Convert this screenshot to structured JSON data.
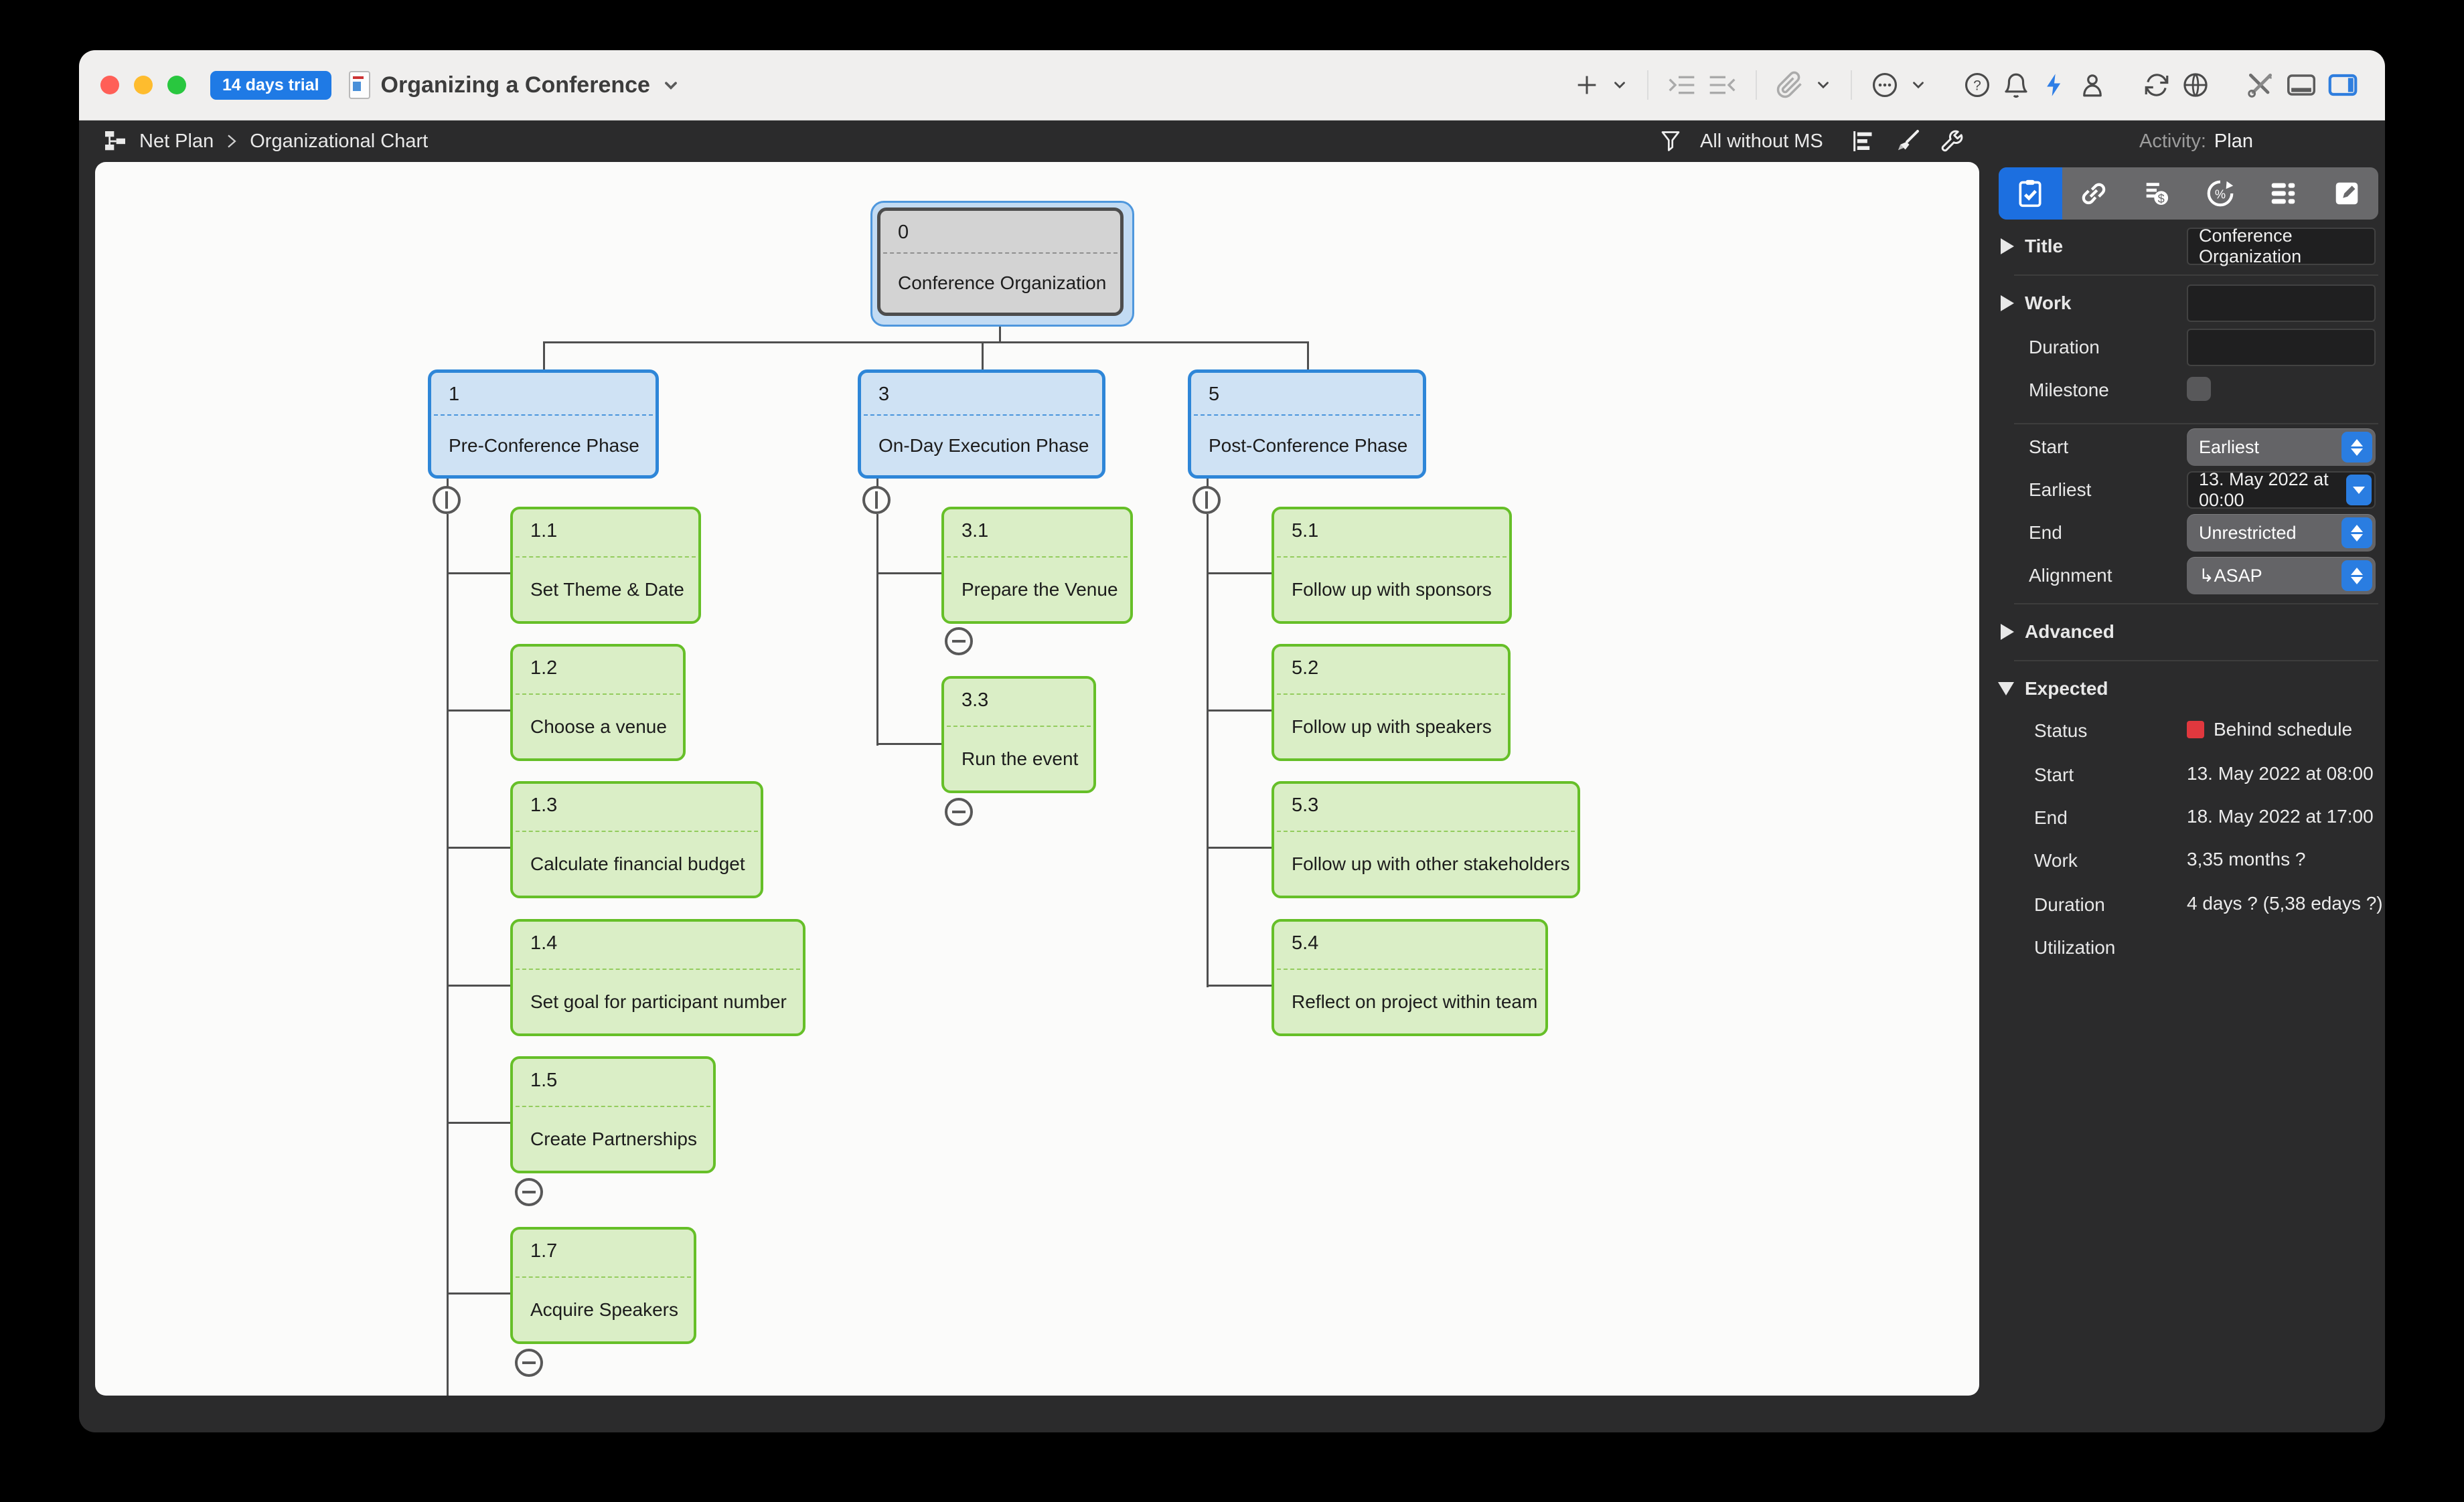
{
  "window": {
    "trial_badge": "14 days trial",
    "title": "Organizing a Conference"
  },
  "breadcrumb": {
    "section": "Net Plan",
    "separator": "›",
    "page": "Organizational Chart"
  },
  "toolbar": {
    "icons": [
      "plus",
      "chevron-down",
      "indent",
      "outdent",
      "paperclip",
      "chevron-down",
      "ellipsis-circle",
      "chevron-down",
      "help-circle",
      "bell",
      "lightning",
      "person",
      "sync",
      "globe",
      "tools",
      "panel-bottom",
      "panel-right"
    ]
  },
  "subbar": {
    "icons": [
      "org-chart",
      "funnel",
      "outline-list",
      "brush",
      "wrench"
    ],
    "filter_label": "All without MS",
    "activity_label": "Activity:",
    "activity_value": "Plan"
  },
  "inspector": {
    "tabs": [
      "clipboard-check",
      "link",
      "cost-list",
      "progress-gauge",
      "rows",
      "pencil"
    ],
    "fields": {
      "title_label": "Title",
      "title_value": "Conference Organization",
      "work_label": "Work",
      "work_value": "",
      "duration_label": "Duration",
      "duration_value": "",
      "milestone_label": "Milestone",
      "milestone_checked": false,
      "start_label": "Start",
      "start_value": "Earliest",
      "earliest_label": "Earliest",
      "earliest_value": "13. May 2022 at 00:00",
      "end_label": "End",
      "end_value": "Unrestricted",
      "alignment_label": "Alignment",
      "alignment_value": "↳ASAP",
      "advanced_label": "Advanced",
      "expected_label": "Expected",
      "status_label": "Status",
      "status_value": "Behind schedule",
      "exp_start_label": "Start",
      "exp_start_value": "13. May 2022 at 08:00",
      "exp_end_label": "End",
      "exp_end_value": "18. May 2022 at 17:00",
      "exp_work_label": "Work",
      "exp_work_value": "3,35 months ?",
      "exp_duration_label": "Duration",
      "exp_duration_value": "4 days ? (5,38 edays ?)",
      "utilization_label": "Utilization"
    }
  },
  "chart": {
    "root": {
      "id": "0",
      "title": "Conference Organization"
    },
    "phases": [
      {
        "id": "1",
        "title": "Pre-Conference Phase"
      },
      {
        "id": "3",
        "title": "On-Day Execution Phase"
      },
      {
        "id": "5",
        "title": "Post-Conference Phase"
      }
    ],
    "columns": [
      {
        "phase": "1",
        "tasks": [
          {
            "id": "1.1",
            "title": "Set Theme & Date"
          },
          {
            "id": "1.2",
            "title": "Choose a venue"
          },
          {
            "id": "1.3",
            "title": "Calculate financial budget"
          },
          {
            "id": "1.4",
            "title": "Set goal for participant number"
          },
          {
            "id": "1.5",
            "title": "Create Partnerships"
          },
          {
            "id": "1.7",
            "title": "Acquire Speakers"
          }
        ]
      },
      {
        "phase": "3",
        "tasks": [
          {
            "id": "3.1",
            "title": "Prepare the Venue"
          },
          {
            "id": "3.3",
            "title": "Run the event"
          }
        ]
      },
      {
        "phase": "5",
        "tasks": [
          {
            "id": "5.1",
            "title": "Follow up with sponsors"
          },
          {
            "id": "5.2",
            "title": "Follow up with speakers"
          },
          {
            "id": "5.3",
            "title": "Follow up with other stakeholders"
          },
          {
            "id": "5.4",
            "title": "Reflect on project within team"
          }
        ]
      }
    ]
  },
  "colors": {
    "accent_blue": "#2e86d8",
    "task_green": "#66bf28",
    "status_red": "#e0383e",
    "selection_halo": "#c2dbf3"
  }
}
